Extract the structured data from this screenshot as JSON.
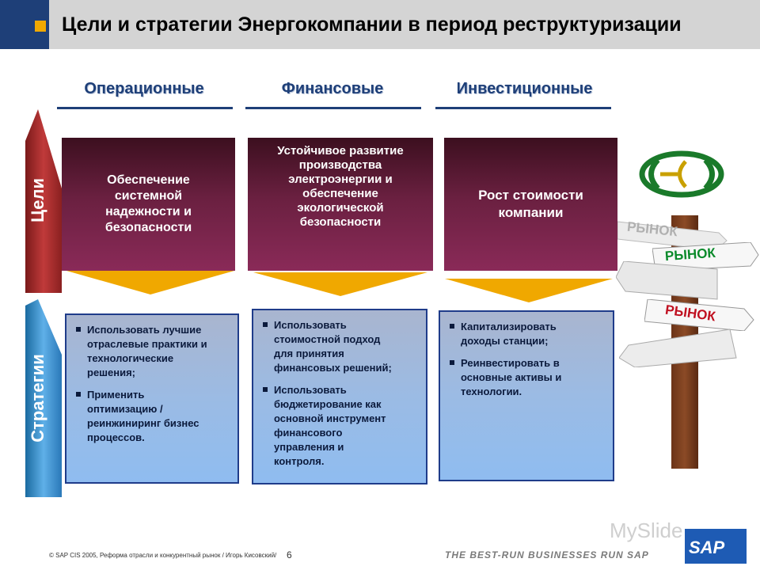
{
  "header": {
    "title": "Цели и стратегии  Энергокомпании в период реструктуризации"
  },
  "columns": [
    {
      "heading": "Операционные"
    },
    {
      "heading": "Финансовые"
    },
    {
      "heading": "Инвестиционные"
    }
  ],
  "side_labels": {
    "goals": "Цели",
    "strategies": "Стратегии"
  },
  "goals": [
    "Обеспечение\nсистемной\nнадежности и\nбезопасности",
    "Устойчивое развитие\nпроизводства\nэлектроэнергии и\nобеспечение\nэкологической\nбезопасности",
    "Рост стоимости\nкомпании"
  ],
  "strategies": [
    [
      "Использовать лучшие\nотраслевые практики и\nтехнологические\nрешения;",
      "Применить\nоптимизацию /\nреинжиниринг бизнес\nпроцессов."
    ],
    [
      "Использовать\nстоимостной подход\nдля принятия\nфинансовых решений;",
      "Использовать\nбюджетирование как\nосновной инструмент\nфинансового\nуправления и\nконтроля."
    ],
    [
      "Капитализировать\nдоходы станции;",
      "Реинвестировать  в\nосновные  активы  и\nтехнологии."
    ]
  ],
  "signpost": {
    "sign1": "РЫНОК",
    "sign2": "РЫНОК",
    "sign3": "РЫНОК"
  },
  "footer": {
    "copyright": "©   SAP CIS 2005, Реформа отрасли и конкурентный рынок / Игорь Кисовский/",
    "page": "6",
    "tagline": "THE BEST-RUN BUSINESSES RUN SAP",
    "logo": "SAP",
    "watermark": "MySlide"
  },
  "colors": {
    "navy": "#1e3f78",
    "gold": "#f0a800",
    "maroon": "#6a2040",
    "strategy_blue": "#9bbbe4"
  }
}
